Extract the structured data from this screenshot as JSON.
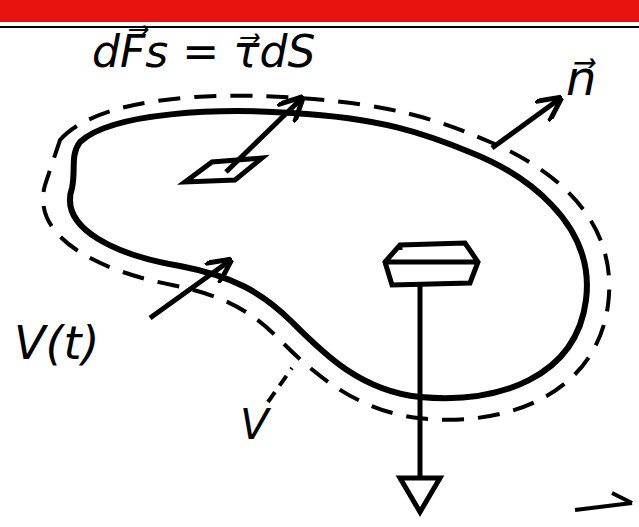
{
  "diagram": {
    "labels": [
      "dF⃗s = τ⃗dS",
      "n⃗",
      "V(t)",
      "V"
    ]
  }
}
